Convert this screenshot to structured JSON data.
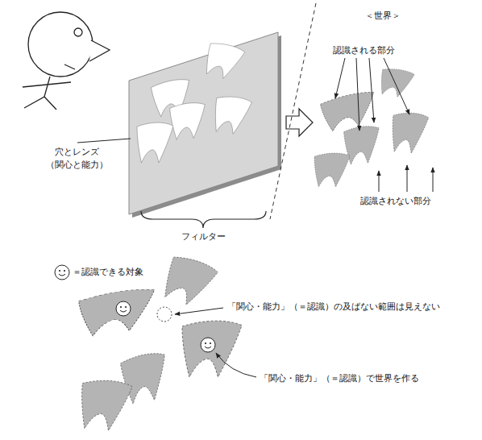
{
  "diagram": {
    "labels": [
      "穴とレンズ （関心と能力）",
      "フィルター",
      "＜世界＞",
      "認識される部分",
      "認識されない部分",
      "「関心・能力」（＝認識）の及ばない範囲は見えない",
      "「関心・能力」（＝認識）で世界を作る"
    ],
    "legend": [
      {
        "text": "＝認識できる対象"
      }
    ]
  }
}
